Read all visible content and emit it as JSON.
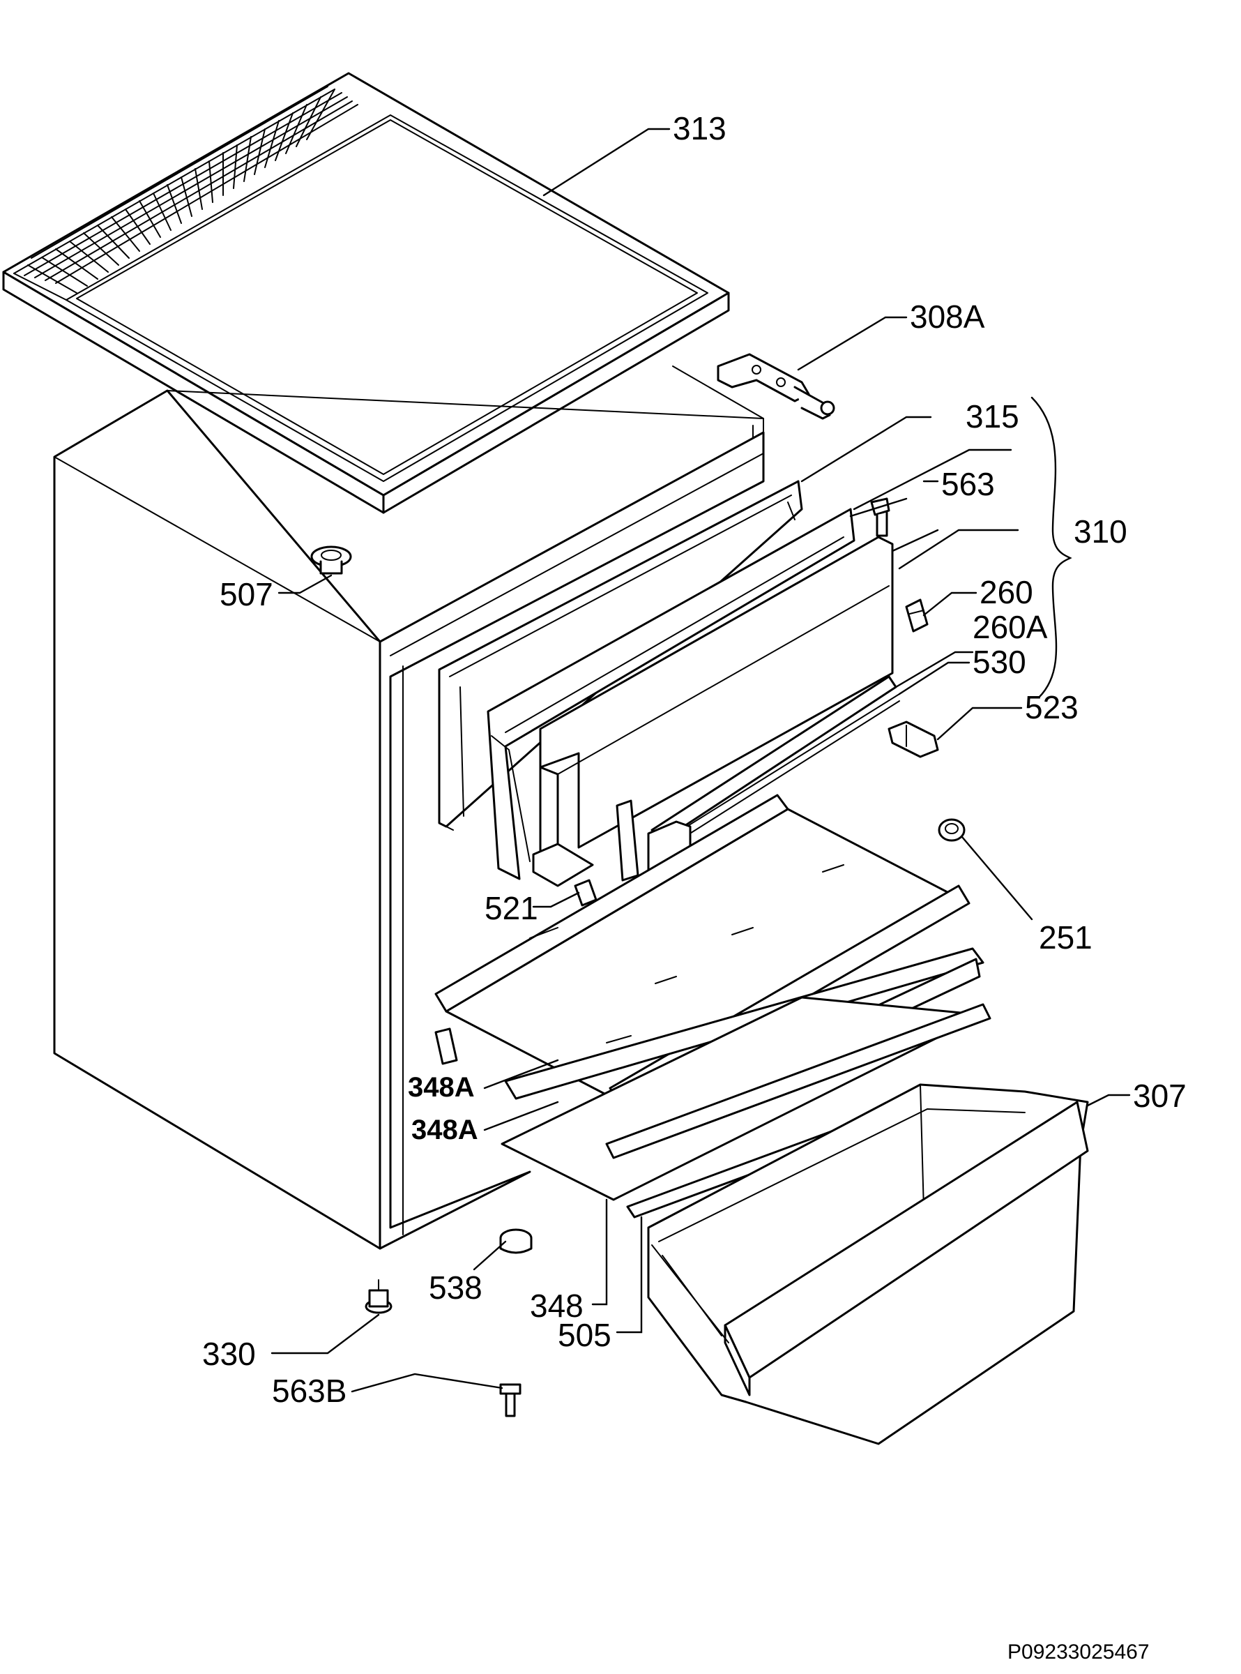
{
  "callouts": {
    "c313": "313",
    "c308A": "308A",
    "c315": "315",
    "c563": "563",
    "c310": "310",
    "c507": "507",
    "c260": "260",
    "c260A": "260A",
    "c530": "530",
    "c523": "523",
    "c521": "521",
    "c251": "251",
    "c348A_upper": "348A",
    "c348A_lower": "348A",
    "c307": "307",
    "c538": "538",
    "c348": "348",
    "c505": "505",
    "c330": "330",
    "c563B": "563B"
  },
  "document_code": "P09233025467"
}
